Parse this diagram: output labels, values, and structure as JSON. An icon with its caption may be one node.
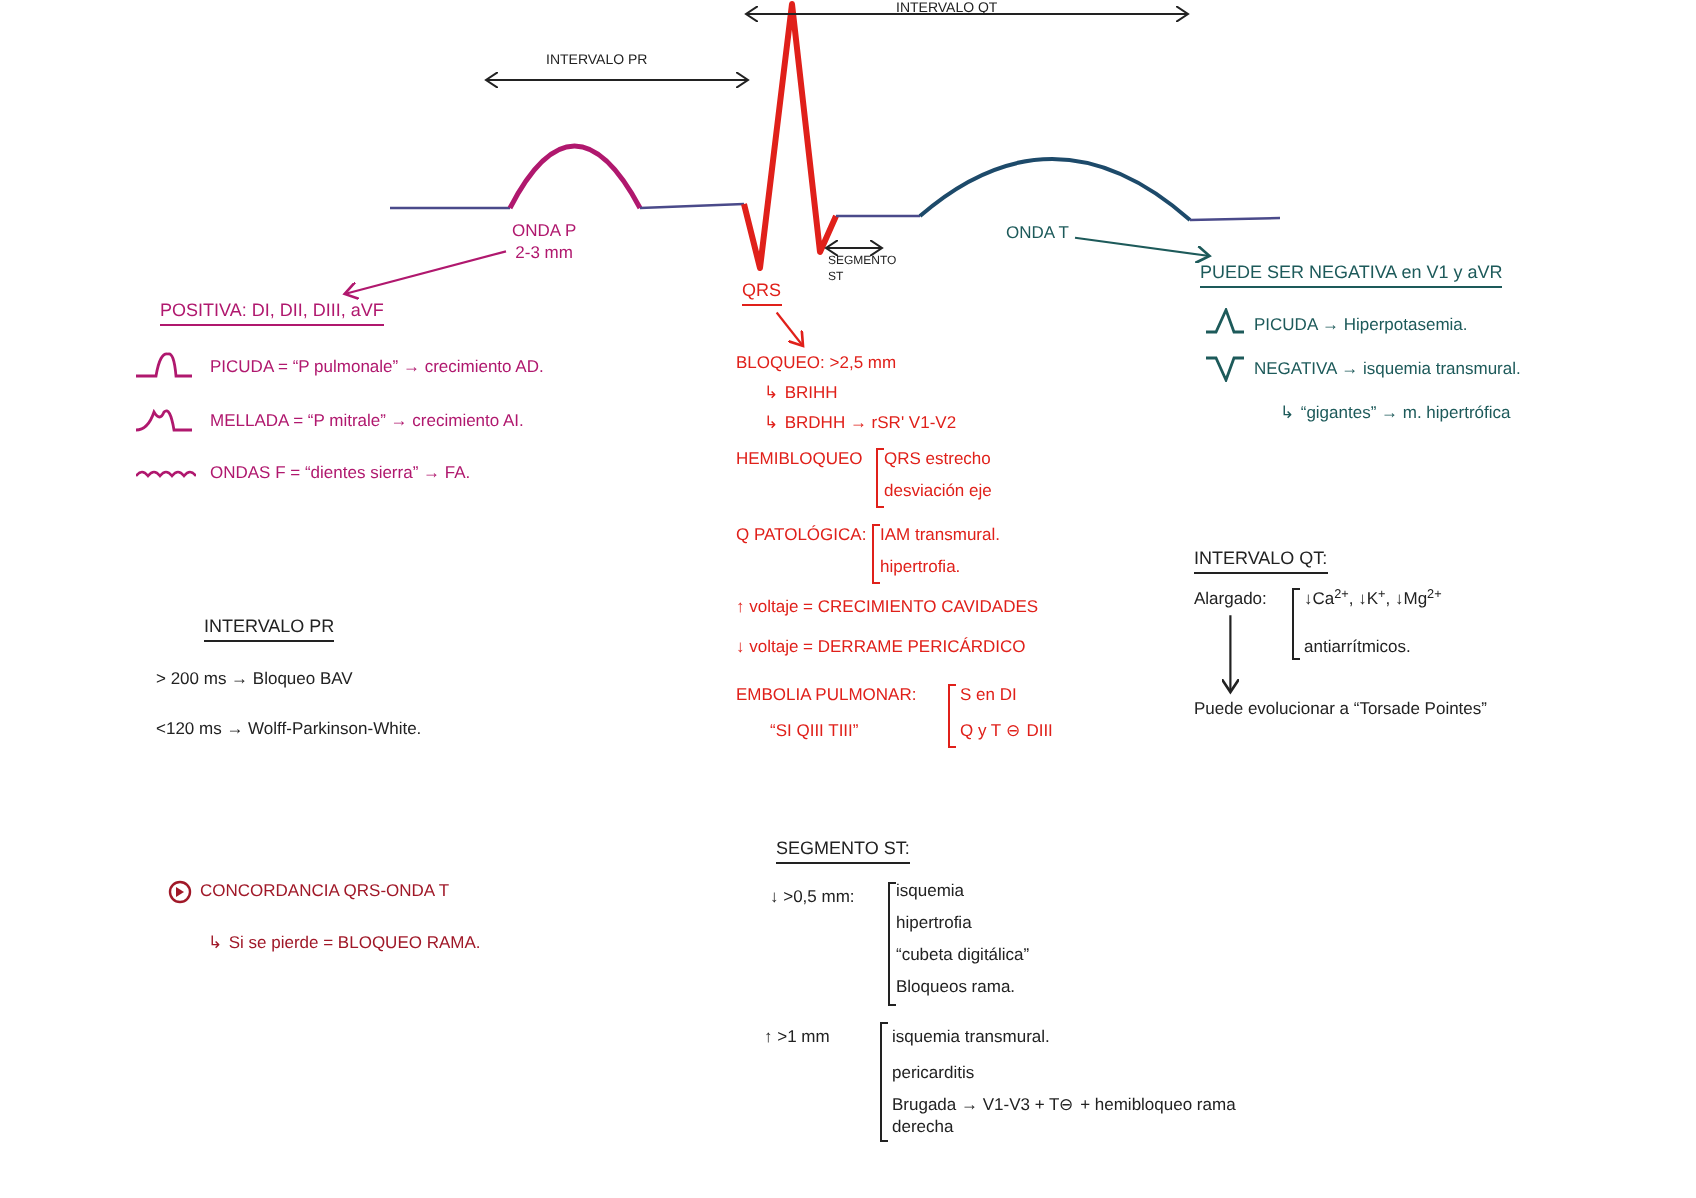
{
  "diagram": {
    "nodes": [
      {
        "text": [
          "ONDA P",
          "2-3 mm"
        ]
      },
      {
        "text": [
          "POSITIVA: DI, DII, DIII, aVF"
        ]
      },
      {
        "text": [
          "QRS"
        ]
      },
      {
        "text": [
          "BLOQUEO: >2,5 mm"
        ]
      },
      {
        "text": [
          "ONDA T"
        ]
      },
      {
        "text": [
          "PUEDE SER NEGATIVA en V1 y aVR"
        ]
      },
      {
        "text": [
          "Alargado:"
        ]
      },
      {
        "text": [
          "Puede evolucionar a “Torsade Pointes”"
        ]
      }
    ],
    "edges": [
      {
        "from": 0,
        "to": 1,
        "arrow": "to",
        "color": "#b0186e"
      },
      {
        "from": 2,
        "to": 3,
        "arrow": "to",
        "color": "#e0201a"
      },
      {
        "from": 4,
        "to": 5,
        "arrow": "to",
        "color": "#1d5a5a"
      },
      {
        "from": 6,
        "to": 7,
        "arrow": "to",
        "color": "#222222"
      }
    ],
    "labels": [
      "INTERVALO PR",
      "INTERVALO QT",
      "SEGMENTO ST",
      "PICUDA = “P pulmonale” → crecimiento AD.",
      "MELLADA = “P mitrale” → crecimiento AI.",
      "ONDAS F = “dientes sierra” → FA.",
      "↳ BRIHH",
      "↳ BRDHH → rSR' V1-V2",
      "HEMIBLOQUEO",
      "QRS estrecho",
      "desviación eje",
      "Q PATOLÓGICA:",
      "IAM transmural.",
      "hipertrofia.",
      "↑ voltaje = CRECIMIENTO CAVIDADES",
      "↓ voltaje = DERRAME PERICÁRDICO",
      "EMBOLIA PULMONAR:",
      "“SI QIII TIII”",
      "S en DI",
      "Q y T ⊖ DIII",
      "PICUDA → Hiperpotasemia.",
      "NEGATIVA → isquemia transmural.",
      "↳ “gigantes” → m. hipertrófica",
      "INTERVALO QT:",
      "↓Ca$^{2+}$, ↓K$^{+}$, ↓Mg$^{2+}$",
      "antiarrítmicos.",
      "INTERVALO PR",
      "> 200 ms → Bloqueo BAV",
      "<120 ms → Wolff-Parkinson-White.",
      "CONCORDANCIA QRS-ONDA T",
      "↳ Si se pierde = BLOQUEO RAMA.",
      "SEGMENTO ST:",
      "↓ >0,5 mm:",
      "isquemia",
      "hipertrofia",
      "“cubeta digitálica”",
      "Bloqueos rama.",
      "↑ >1 mm",
      "isquemia transmural.",
      "pericarditis",
      "Brugada → V1-V3 + T⊖ + hemibloqueo rama derecha"
    ]
  }
}
